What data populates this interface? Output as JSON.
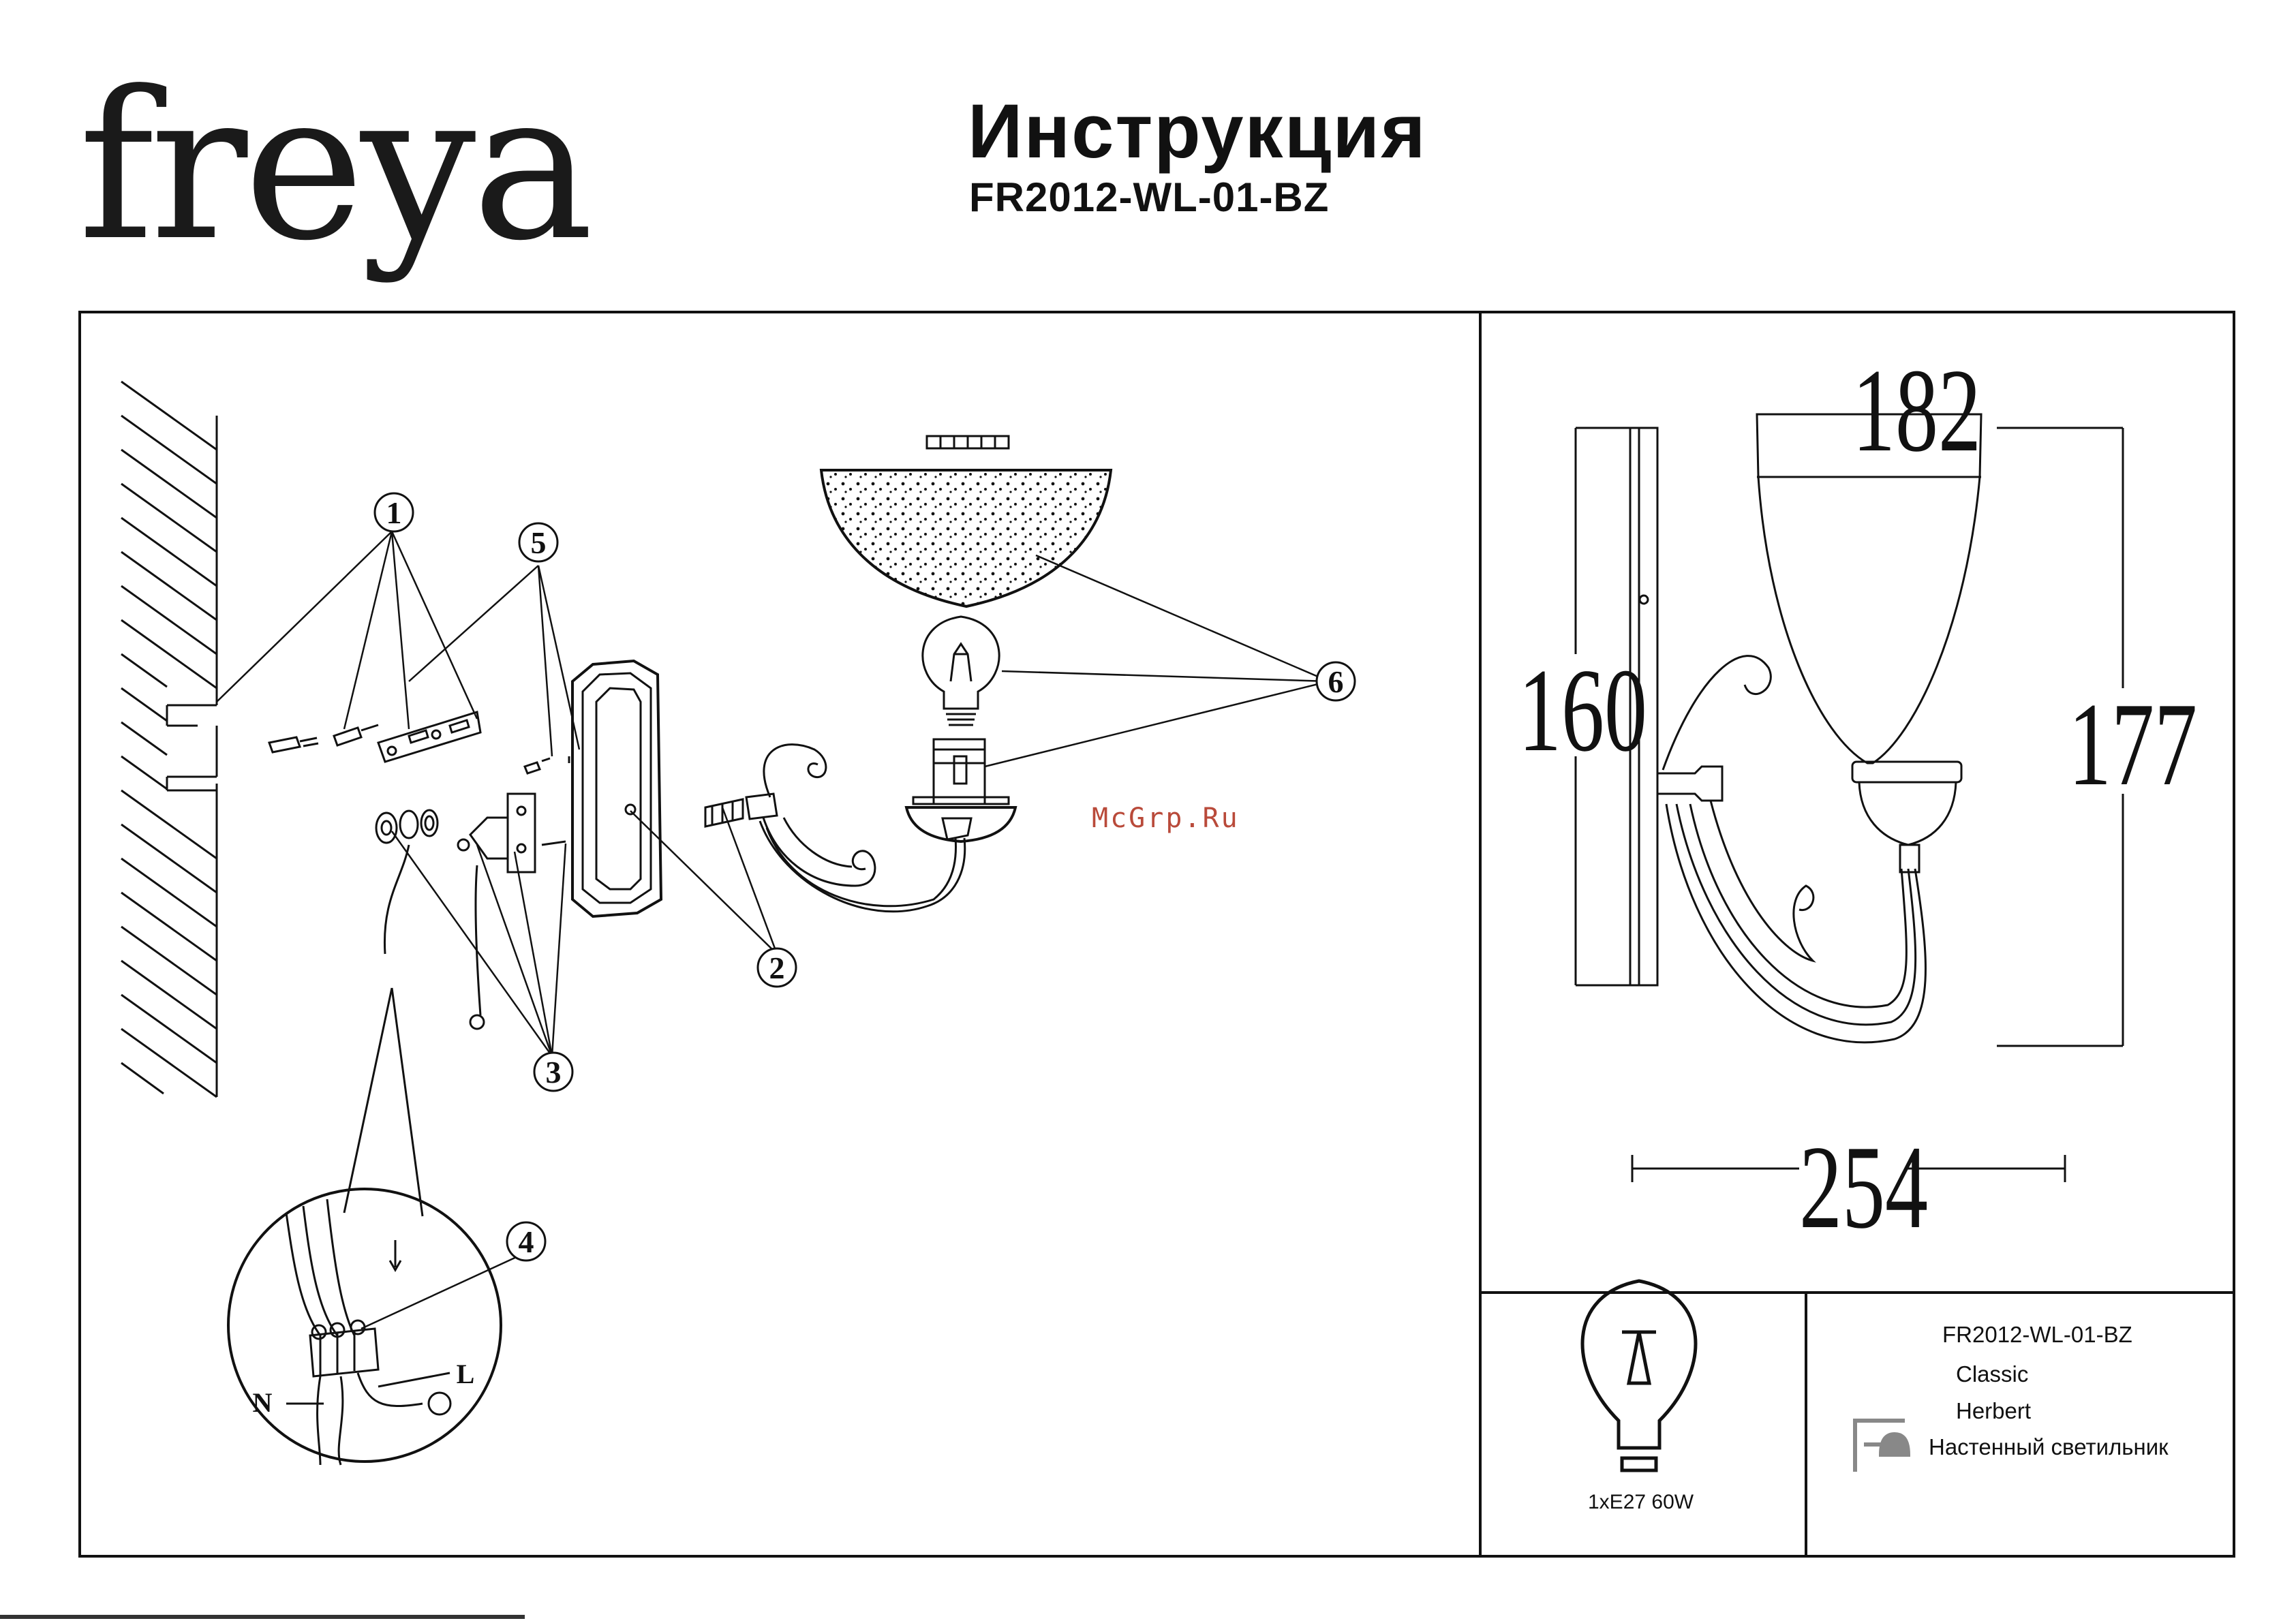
{
  "brand": {
    "logo_text": "freya"
  },
  "header": {
    "title": "Инструкция",
    "model": "FR2012-WL-01-BZ"
  },
  "watermark": "McGrp.Ru",
  "assembly": {
    "callouts": [
      "1",
      "2",
      "3",
      "4",
      "5",
      "6"
    ],
    "wire_labels": {
      "neutral": "N",
      "live": "L"
    }
  },
  "dimensions": {
    "width_top": "182",
    "height_left": "160",
    "height_right": "177",
    "depth_bottom": "254"
  },
  "bulb": {
    "spec": "1xE27 60W",
    "icon": "light-bulb-icon"
  },
  "product_info": {
    "model": "FR2012-WL-01-BZ",
    "style": "Classic",
    "collection": "Herbert",
    "type": "Настенный светильник",
    "type_icon": "wall-lamp-icon"
  }
}
